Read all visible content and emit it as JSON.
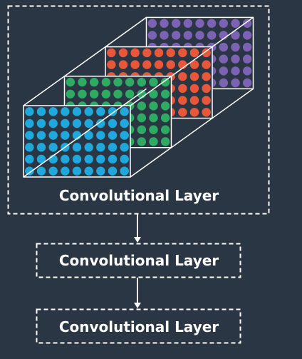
{
  "layers": [
    {
      "label": "Convolutional Layer"
    },
    {
      "label": "Convolutional Layer"
    },
    {
      "label": "Convolutional Layer"
    }
  ],
  "feature_map_colors": [
    "#1fa8dc",
    "#2faa62",
    "#e8573a",
    "#7b62b3"
  ],
  "colors": {
    "background": "#2b3644",
    "box_border": "#ffffff",
    "arrow": "#ffffff",
    "label_text": "#ffffff"
  }
}
